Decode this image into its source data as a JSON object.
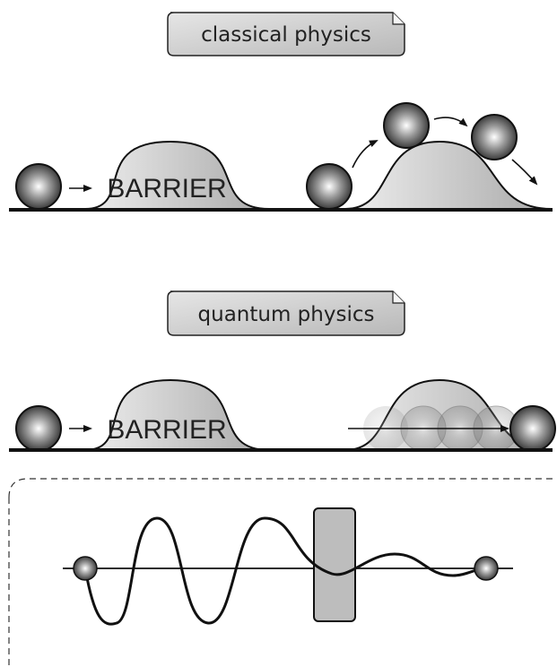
{
  "classical": {
    "label": "classical physics",
    "barrier_text": "BARRIER"
  },
  "quantum": {
    "label": "quantum physics",
    "barrier_text": "BARRIER"
  },
  "icons": [
    "ball",
    "arrow",
    "barrier-hill",
    "wave",
    "barrier-block"
  ]
}
